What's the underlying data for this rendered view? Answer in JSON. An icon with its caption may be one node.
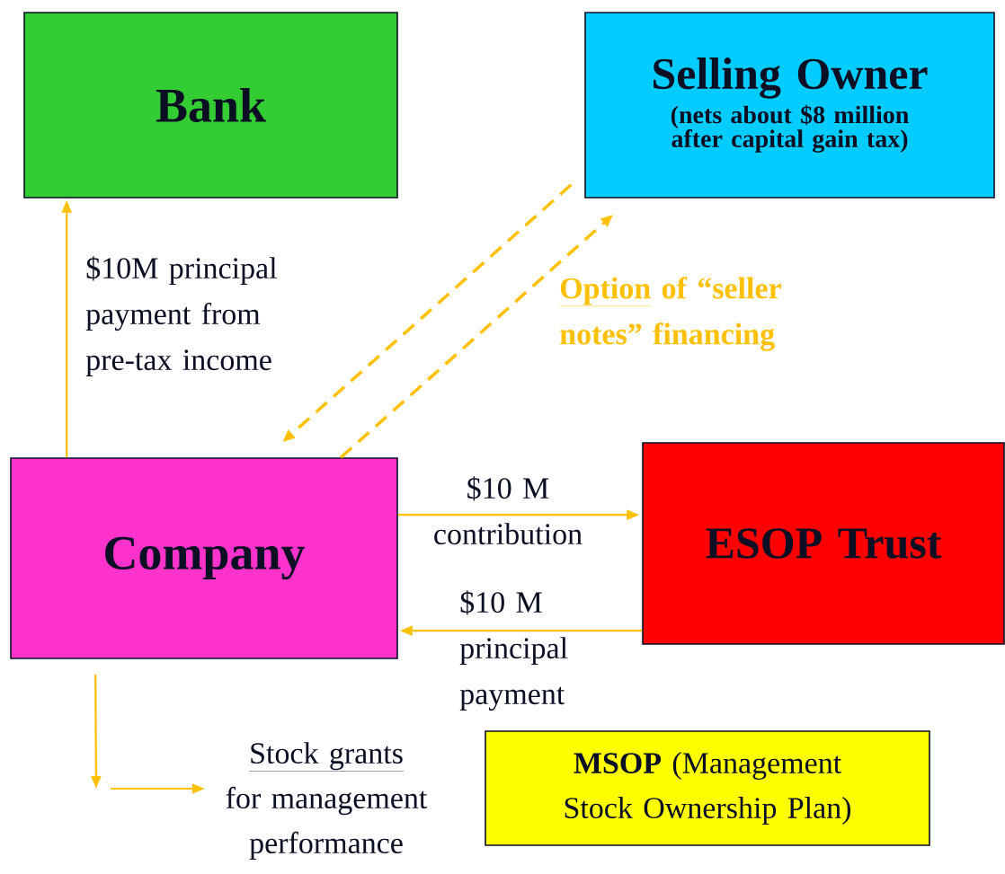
{
  "diagram": {
    "nodes": [
      {
        "text": [
          "Bank"
        ]
      },
      {
        "text": [
          "Selling Owner",
          "(nets about $8 million after capital gain tax)"
        ]
      },
      {
        "text": [
          "Company"
        ]
      },
      {
        "text": [
          "ESOP Trust"
        ]
      },
      {
        "text": [
          "Stock grants",
          "for management performance"
        ]
      },
      {
        "text": [
          "**MSOP** (Management Stock Ownership Plan)"
        ]
      }
    ],
    "edges": [
      {
        "from": 2,
        "to": 0,
        "arrow": "to",
        "label": "$10M principal payment from pre-tax income"
      },
      {
        "from": 1,
        "to": 2,
        "arrow": "to",
        "style": "dashed"
      },
      {
        "from": 2,
        "to": 1,
        "arrow": "to",
        "style": "dashed"
      },
      {
        "from": 2,
        "to": 3,
        "arrow": "to",
        "label": "$10 M contribution"
      },
      {
        "from": 3,
        "to": 2,
        "arrow": "to",
        "label": "$10 M principal payment"
      },
      {
        "from": 2,
        "to": null,
        "arrow": "to"
      },
      {
        "from": null,
        "to": 4,
        "arrow": "to"
      }
    ],
    "labels": [
      "Option",
      "of “seller notes” financing"
    ]
  }
}
